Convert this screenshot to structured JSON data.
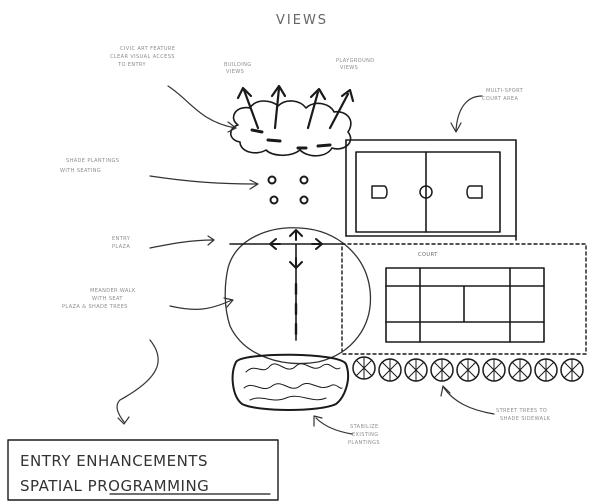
{
  "heading": "VIEWS",
  "title_block": {
    "line1": "ENTRY ENHANCEMENTS",
    "line2": "SPATIAL PROGRAMMING"
  },
  "plan_labels": {
    "court_label": "COURT"
  }
}
